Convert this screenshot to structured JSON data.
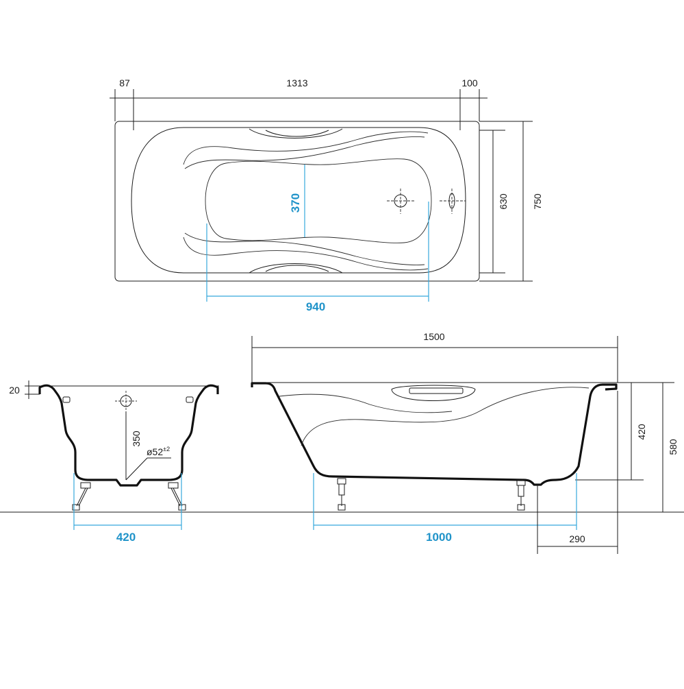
{
  "colors": {
    "line": "#1a1a1a",
    "accent": "#1f93c9",
    "accent_line": "#35a8dc",
    "background": "#ffffff"
  },
  "top_view": {
    "dim_left": "87",
    "dim_length": "1313",
    "dim_right": "100",
    "dim_inner_width": "630",
    "dim_outer_width": "750",
    "dim_bottom_width": "370",
    "dim_bottom_length": "940"
  },
  "end_view": {
    "dim_rim": "20",
    "dim_depth": "350",
    "dim_drain_main": "ø52",
    "dim_drain_tol": "±2",
    "dim_feet_span": "420"
  },
  "side_view": {
    "dim_length": "1500",
    "dim_inner_depth": "420",
    "dim_total_height": "580",
    "dim_feet_span": "1000",
    "dim_drain_offset": "290"
  }
}
